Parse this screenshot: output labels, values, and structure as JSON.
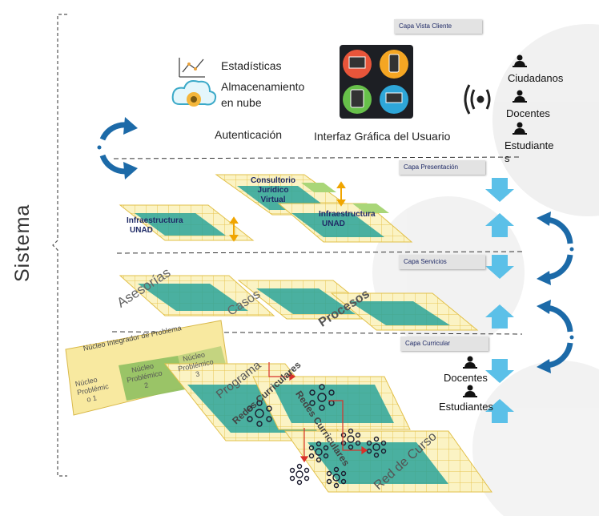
{
  "system_label": "Sistema",
  "layers": {
    "vista_cliente": "Capa  Vista Cliente",
    "presentacion": "Capa Presentación",
    "servicios": "Capa Servicios",
    "curricular": "Capa Curricular"
  },
  "client_layer": {
    "estadisticas": "Estadísticas",
    "almacenamiento_1": "Almacenamiento",
    "almacenamiento_2": "en nube",
    "autenticacion": "Autenticación",
    "interfaz": "Interfaz Gráfica del Usuario",
    "users": [
      "Ciudadanos",
      "Docentes",
      "Estudiante",
      "s"
    ]
  },
  "presentation_layer": {
    "consultorio": [
      "Consultorio",
      "Jurídico",
      "Virtual"
    ],
    "infra_left": [
      "Infraestructura",
      "UNAD"
    ],
    "infra_right": [
      "Infraestructura",
      "UNAD"
    ]
  },
  "services_layer": {
    "asesorias": "Asesorías",
    "casos": "Casos",
    "procesos": "Procesos"
  },
  "curricular_layer": {
    "nucleo_integrador": "Núcleo Integrador de Problema",
    "nucleo_1": [
      "Núcleo",
      "Problémic",
      "o 1"
    ],
    "nucleo_2": [
      "Núcleo",
      "Problémico",
      "2"
    ],
    "nucleo_3": [
      "Núcleo",
      "Problémico",
      "3"
    ],
    "programa": "Programa",
    "redes_1": "Redes Curriculares",
    "redes_2": "Redes Curriculares",
    "red_curso": "Red de Curso",
    "users": [
      "Docentes",
      "Estudiantes"
    ]
  },
  "colors": {
    "teal": "#2aa39a",
    "yellow": "#f8e9a0",
    "gold": "#e8b53a",
    "blue_arrow": "#1c6aa8",
    "light_blue": "#5bc0e8",
    "green": "#8fc060"
  }
}
